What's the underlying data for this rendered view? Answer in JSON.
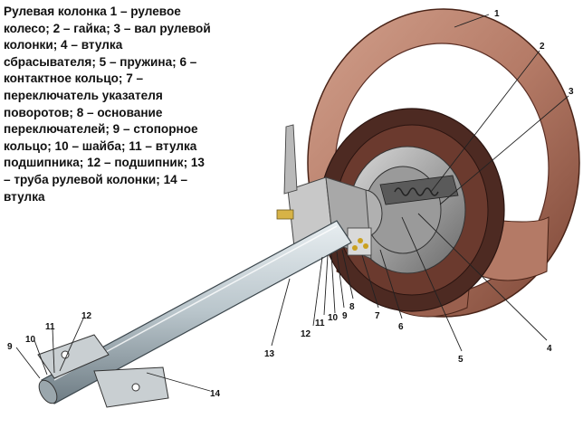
{
  "caption_lines": [
    "Рулевая колонка 1 – рулевое",
    "колесо; 2 – гайка; 3 – вал рулевой",
    "колонки; 4 – втулка",
    "сбрасывателя; 5 – пружина; 6 –",
    "контактное кольцо; 7 –",
    "переключатель указателя",
    "поворотов; 8 – основание",
    "переключателей; 9 – стопорное",
    "кольцо; 10 – шайба; 11 – втулка",
    "подшипника; 12 – подшипник; 13",
    "– труба рулевой колонки; 14 –",
    "втулка"
  ],
  "callouts": {
    "c1": "1",
    "c2": "2",
    "c3": "3",
    "c4": "4",
    "c5": "5",
    "c6": "6",
    "c7": "7",
    "c8": "8",
    "c9": "9",
    "c10": "10",
    "c11": "11",
    "c12": "12",
    "c13": "13",
    "c14": "14",
    "c9b": "9",
    "c10b": "10",
    "c11b": "11",
    "c12b": "12"
  },
  "colors": {
    "wheel_rim": "#b47a66",
    "wheel_dark": "#5a2e24",
    "hub_metal": "#8c8c8c",
    "tube": "#c9d3d8"
  }
}
